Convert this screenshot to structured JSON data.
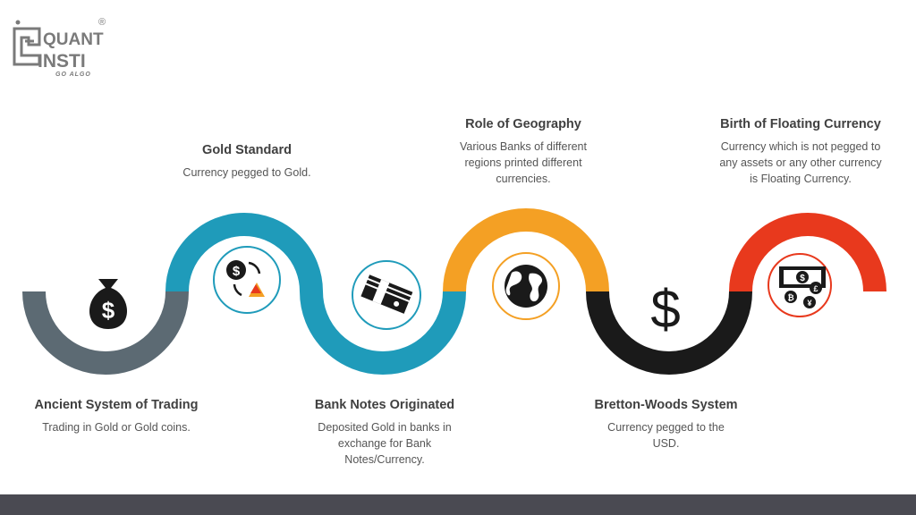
{
  "logo": {
    "line1": "QUANT",
    "line2": "INSTI",
    "tagline": "GO ALGO",
    "registered": "®",
    "color": "#7a7a7a"
  },
  "steps": [
    {
      "title": "Ancient System of Trading",
      "desc": "Trading in Gold or Gold coins.",
      "icon": "money-bag-icon",
      "color": "#5c6a73"
    },
    {
      "title": "Gold Standard",
      "desc": "Currency pegged to Gold.",
      "icon": "dollar-gold-exchange-icon",
      "color": "#1f9bba"
    },
    {
      "title": "Bank Notes Originated",
      "desc": "Deposited Gold in banks in exchange for Bank Notes/Currency.",
      "icon": "banknote-stack-icon",
      "color": "#1f9bba"
    },
    {
      "title": "Role of Geography",
      "desc": "Various Banks of different regions printed different currencies.",
      "icon": "globe-icon",
      "color": "#f4a024"
    },
    {
      "title": "Bretton-Woods System",
      "desc": "Currency pegged to the USD.",
      "icon": "dollar-sign-icon",
      "color": "#1a1a1a"
    },
    {
      "title": "Birth of Floating Currency",
      "desc": "Currency which is not pegged to any assets or any other currency is Floating Currency.",
      "icon": "multi-currency-icon",
      "color": "#e8391d"
    }
  ],
  "colors": {
    "gray": "#5c6a73",
    "teal": "#1f9bba",
    "orange": "#f4a024",
    "black": "#1a1a1a",
    "red": "#e8391d",
    "footer": "#4a4a52"
  }
}
